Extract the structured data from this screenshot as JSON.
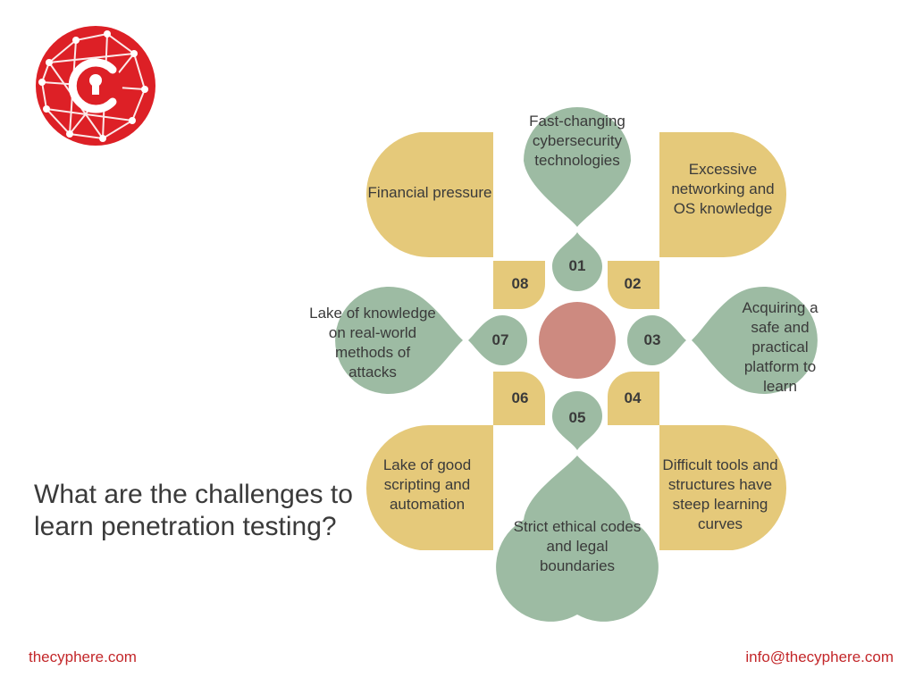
{
  "colors": {
    "green": "#9dbba3",
    "yellow": "#e5c97a",
    "center": "#cd8a80",
    "accent": "#dd2026"
  },
  "logo": {
    "name": "thecyphere-logo-icon"
  },
  "headline": "What are the challenges to learn penetration testing?",
  "challenges": [
    {
      "number": "01",
      "text": "Fast-changing cybersecurity technologies"
    },
    {
      "number": "02",
      "text": "Excessive networking and OS knowledge"
    },
    {
      "number": "03",
      "text": "Acquiring a safe and practical platform to learn"
    },
    {
      "number": "04",
      "text": "Difficult tools and structures have steep learning curves"
    },
    {
      "number": "05",
      "text": "Strict ethical codes and legal boundaries"
    },
    {
      "number": "06",
      "text": "Lake of good scripting and automation"
    },
    {
      "number": "07",
      "text": "Lake of knowledge on real-world methods of attacks"
    },
    {
      "number": "08",
      "text": "Financial pressure"
    }
  ],
  "footer": {
    "website": "thecyphere.com",
    "email": "info@thecyphere.com"
  }
}
